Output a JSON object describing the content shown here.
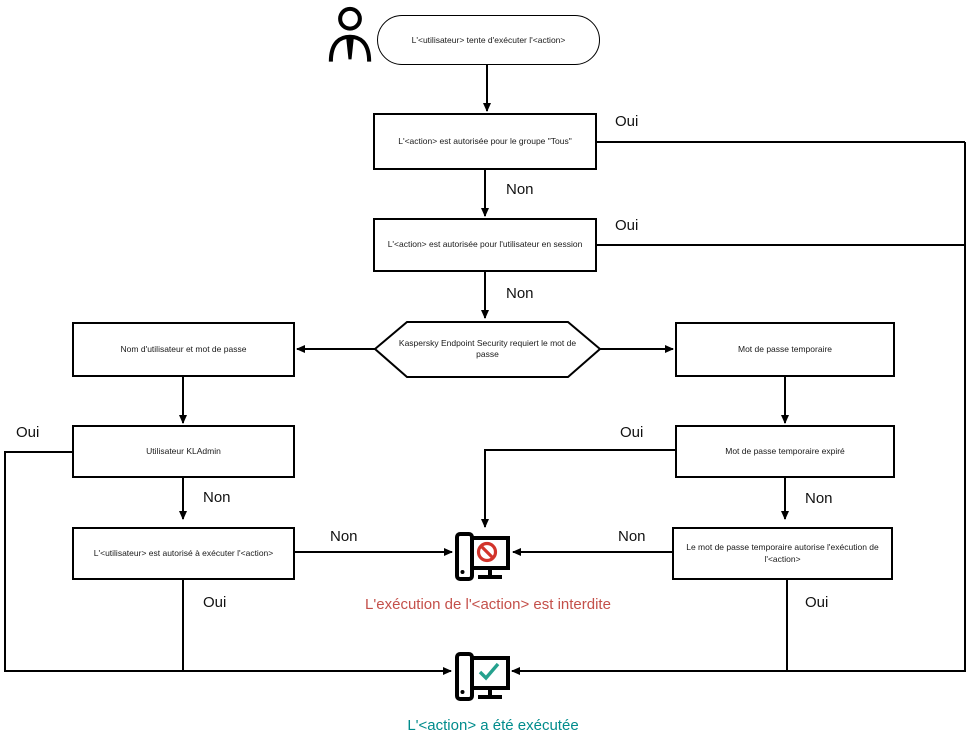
{
  "diagram": {
    "nodes": {
      "start": "L'<utilisateur> tente d'exécuter l'<action>",
      "group_all": "L'<action> est autorisée pour le groupe \"Tous\"",
      "user_session": "L'<action> est autorisée pour l'utilisateur en session",
      "requires_password": "Kaspersky Endpoint Security requiert le mot de passe",
      "username_password": "Nom d'utilisateur et mot de passe",
      "kladmin": "Utilisateur KLAdmin",
      "user_authorized": "L'<utilisateur> est autorisé à exécuter l'<action>",
      "temp_password": "Mot de passe temporaire",
      "temp_password_expired": "Mot de passe temporaire expiré",
      "temp_password_grants": "Le mot de passe temporaire autorise l'exécution de l'<action>"
    },
    "labels": {
      "yes": "Oui",
      "no": "Non"
    },
    "outcomes": {
      "denied": "L'exécution de l'<action> est interdite",
      "executed": "L'<action> a été exécutée"
    },
    "colors": {
      "line": "#000000",
      "denied_text": "#C4504A",
      "executed_text": "#008C8C",
      "prohibition_icon": "#D2342B",
      "checkmark_icon": "#25A18E"
    }
  }
}
